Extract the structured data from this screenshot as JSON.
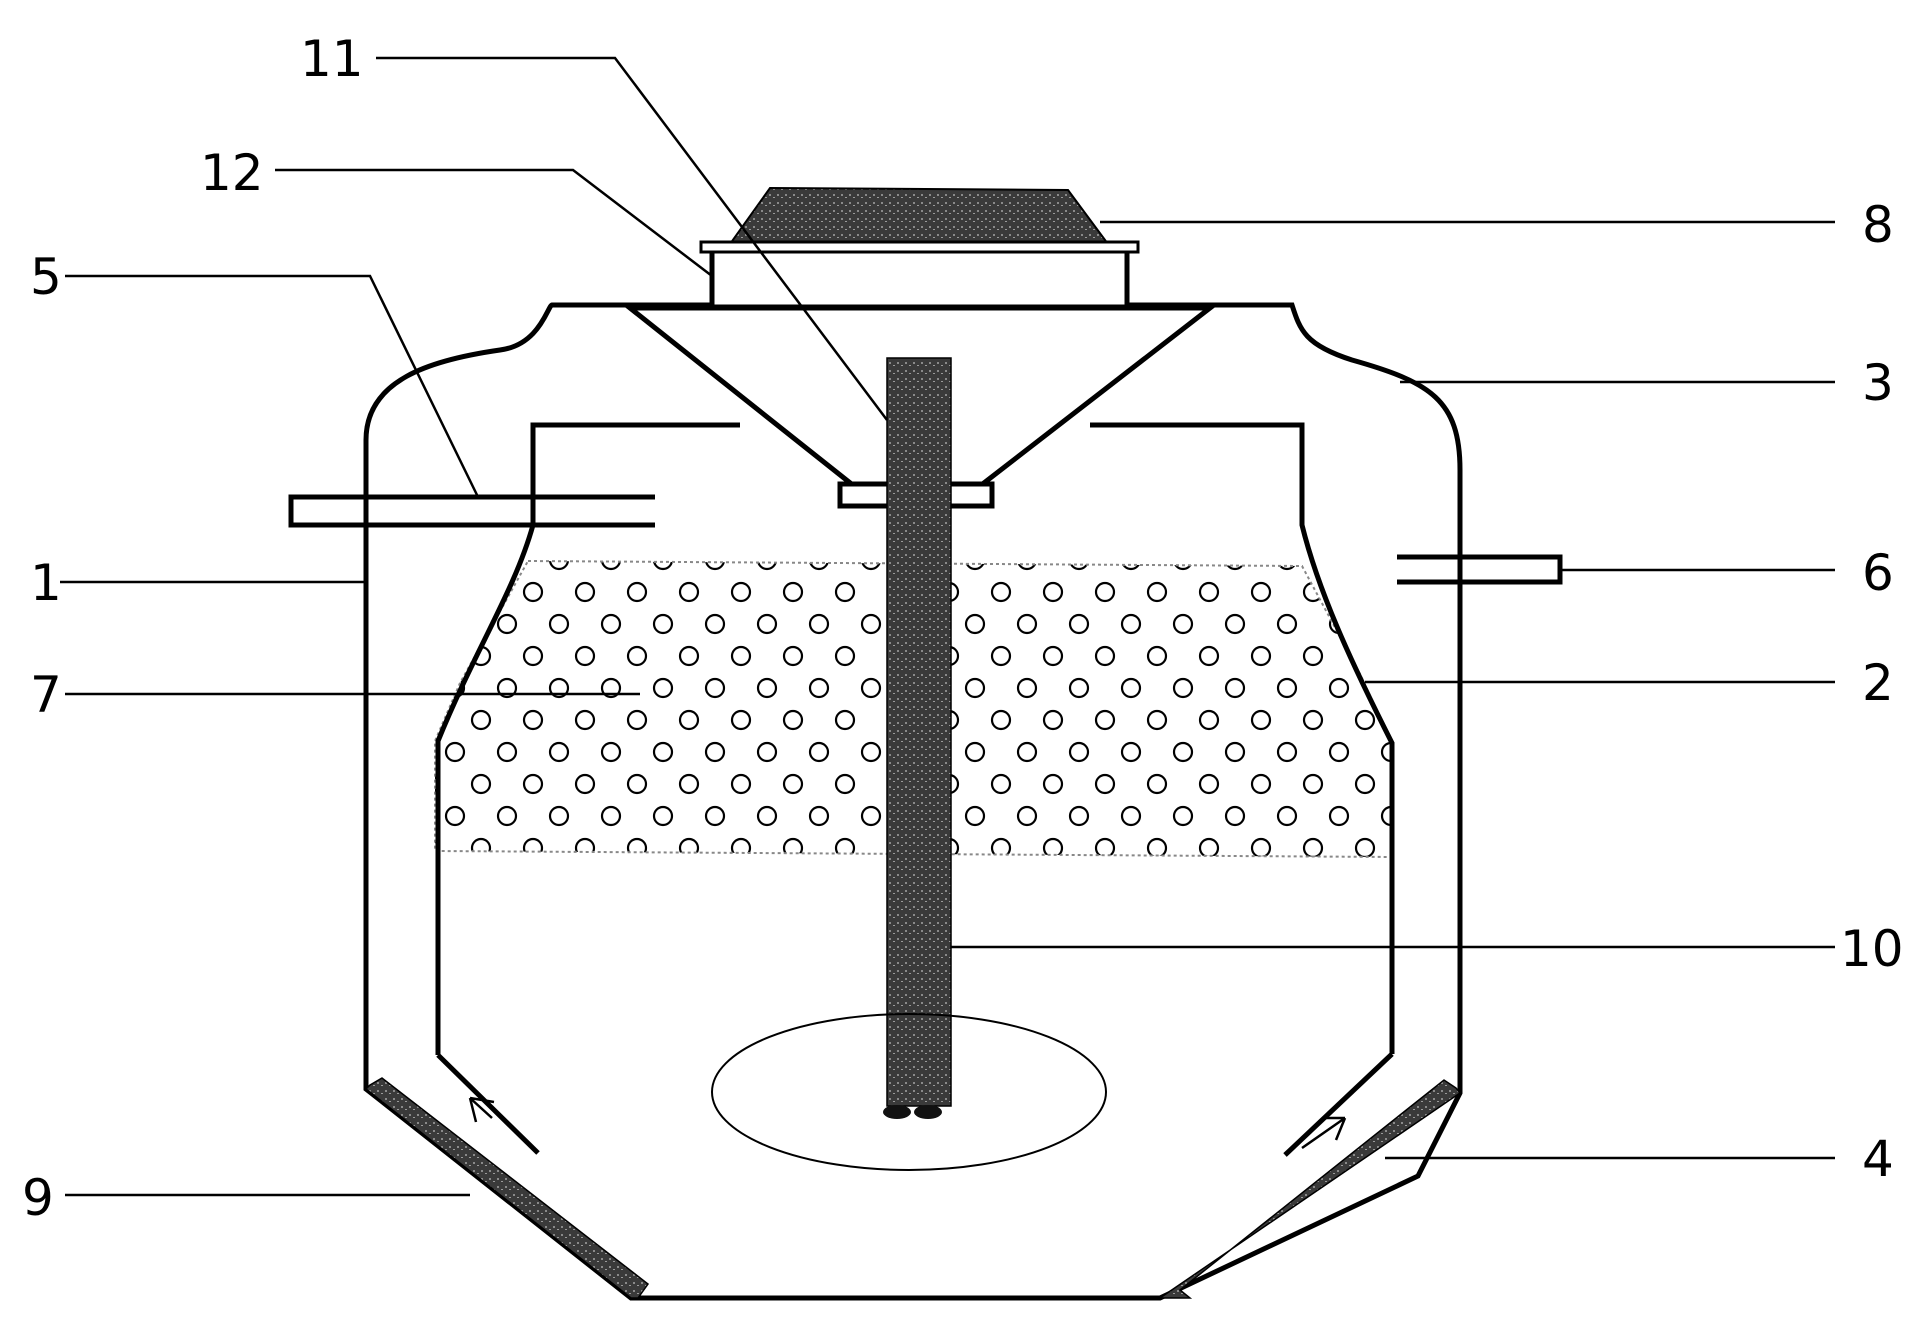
{
  "labels": {
    "l1": "1",
    "l2": "2",
    "l3": "3",
    "l4": "4",
    "l5": "5",
    "l6": "6",
    "l7": "7",
    "l8": "8",
    "l9": "9",
    "l10": "10",
    "l11": "11",
    "l12": "12"
  },
  "colors": {
    "line": "#000000",
    "dark_fill": "#444444",
    "hatch_fill": "#555555",
    "packing_circle": "#000000",
    "background": "#ffffff"
  }
}
